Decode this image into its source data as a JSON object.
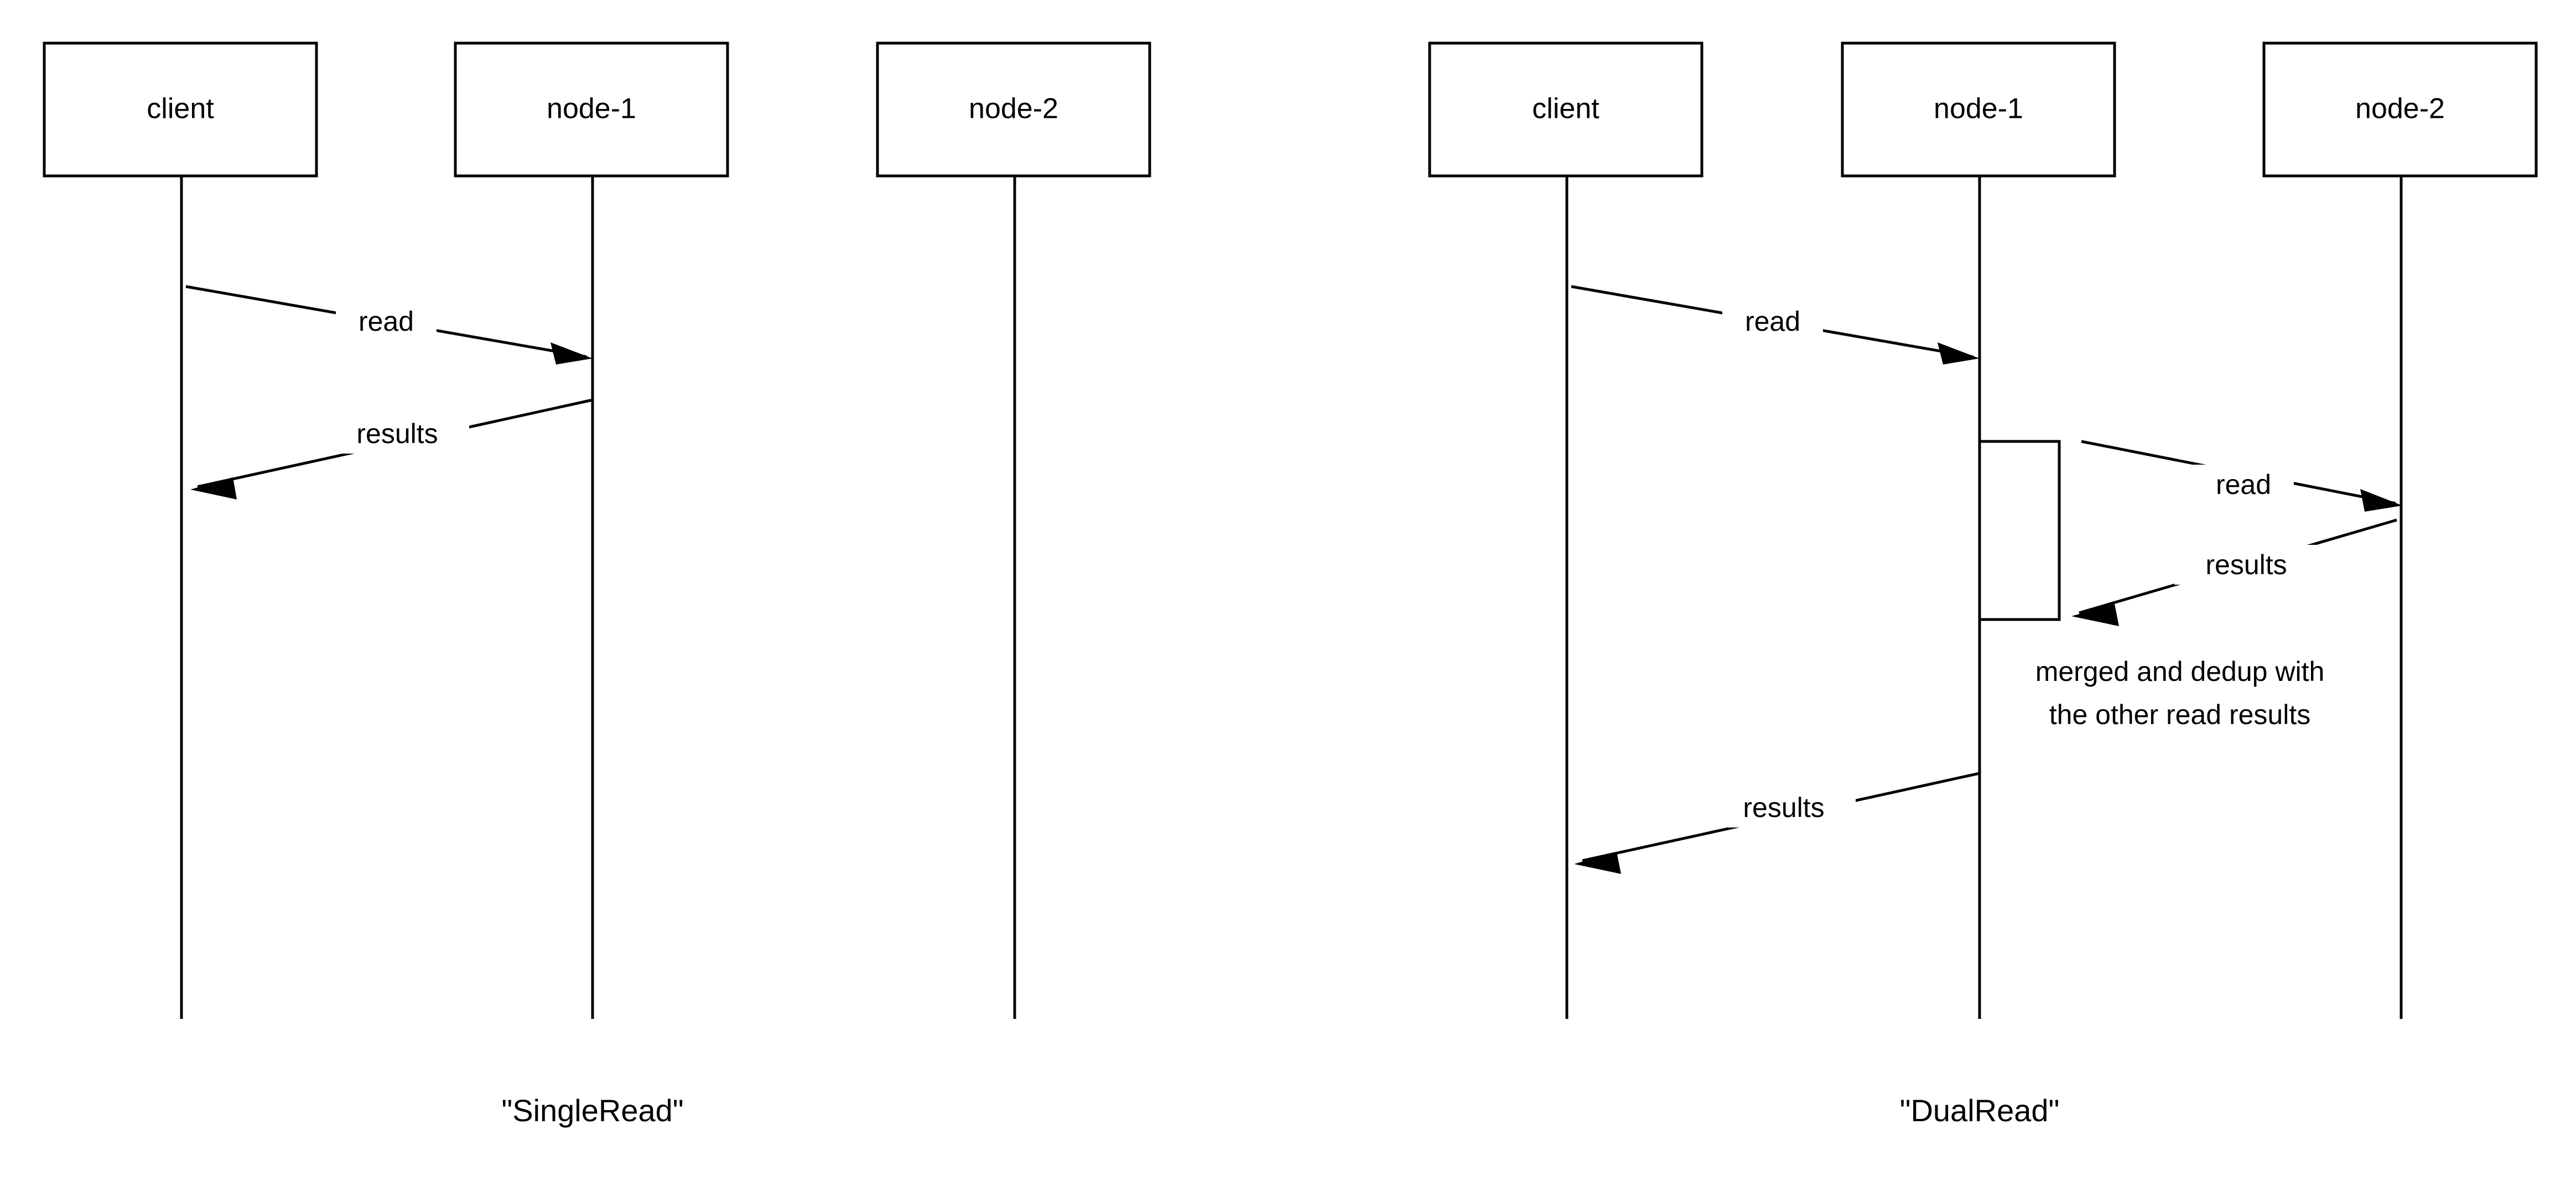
{
  "page": {
    "title": "SingleRead vs DualRead sequence diagrams",
    "background_color": "#ffffff",
    "stroke_color": "#000000"
  },
  "diagrams": [
    {
      "id": "single-read",
      "caption": "\"SingleRead\"",
      "participants": [
        {
          "id": "client",
          "label": "client"
        },
        {
          "id": "node-1",
          "label": "node-1"
        },
        {
          "id": "node-2",
          "label": "node-2"
        }
      ],
      "messages": [
        {
          "label": "read",
          "from": "client",
          "to": "node-1",
          "direction": "right"
        },
        {
          "label": "results",
          "from": "node-1",
          "to": "client",
          "direction": "left"
        }
      ],
      "notes": [],
      "activations": []
    },
    {
      "id": "dual-read",
      "caption": "\"DualRead\"",
      "participants": [
        {
          "id": "client",
          "label": "client"
        },
        {
          "id": "node-1",
          "label": "node-1"
        },
        {
          "id": "node-2",
          "label": "node-2"
        }
      ],
      "messages": [
        {
          "label": "read",
          "from": "client",
          "to": "node-1",
          "direction": "right"
        },
        {
          "label": "read",
          "from": "node-1",
          "to": "node-2",
          "direction": "right"
        },
        {
          "label": "results",
          "from": "node-2",
          "to": "node-1",
          "direction": "left"
        },
        {
          "label": "results",
          "from": "node-1",
          "to": "client",
          "direction": "left"
        }
      ],
      "notes": [
        {
          "lines": [
            "merged and dedup with",
            "the other read results"
          ],
          "on": "node-1"
        }
      ],
      "activations": [
        {
          "on": "node-1"
        }
      ]
    }
  ],
  "labels": {
    "read": "read",
    "results": "results",
    "client": "client",
    "node_1": "node-1",
    "node_2": "node-2",
    "note_line_1": "merged and dedup with",
    "note_line_2": "the other read results",
    "caption_left": "\"SingleRead\"",
    "caption_right": "\"DualRead\""
  }
}
